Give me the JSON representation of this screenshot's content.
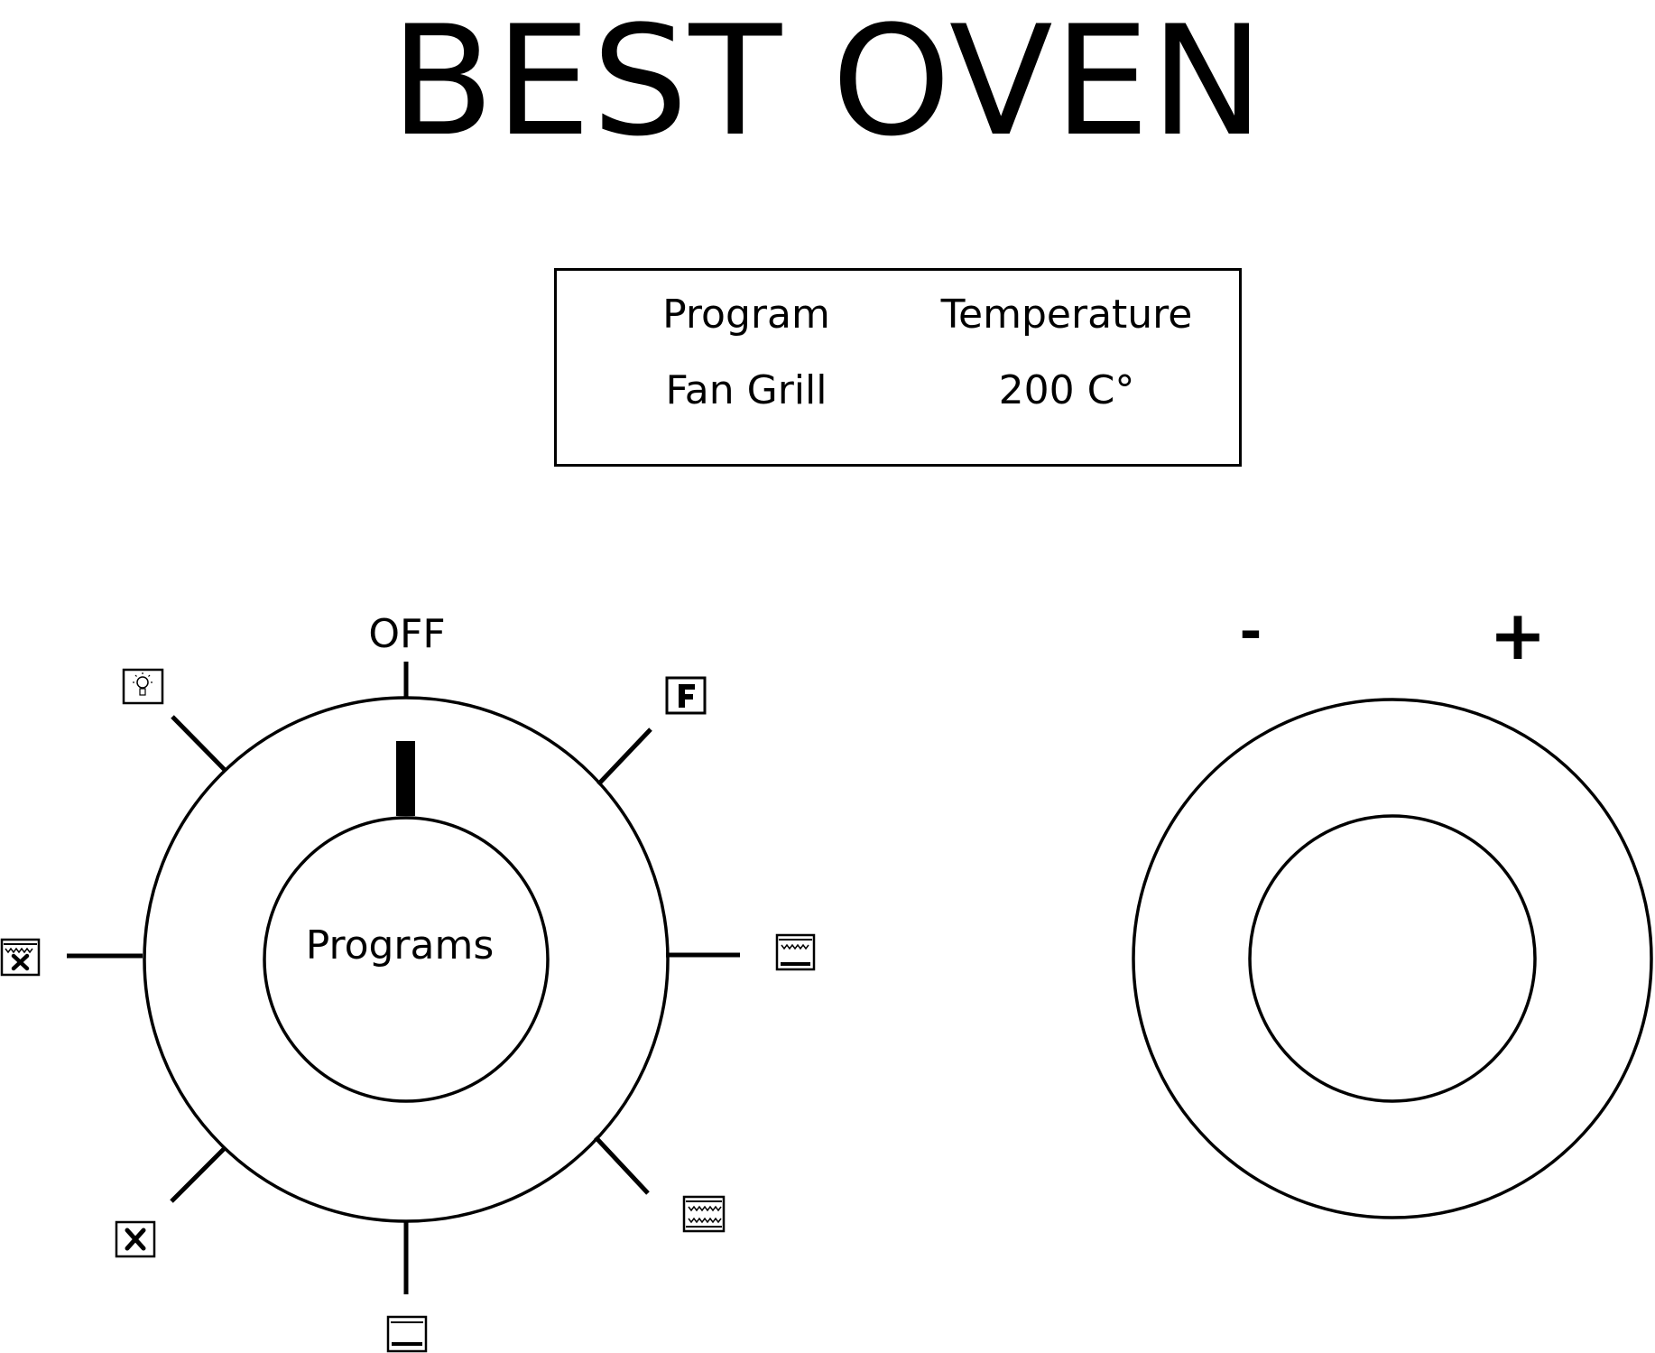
{
  "title": "BEST OVEN",
  "display": {
    "program_label": "Program",
    "temperature_label": "Temperature",
    "program_value": "Fan Grill",
    "temperature_value": "200 C°"
  },
  "program_knob": {
    "center_label": "Programs",
    "off_label": "OFF",
    "positions": [
      {
        "name": "off",
        "icon": "off-label"
      },
      {
        "name": "fan",
        "icon": "fan-letter-f-icon"
      },
      {
        "name": "top-bottom-heat",
        "icon": "top-bottom-heat-icon"
      },
      {
        "name": "double-grill",
        "icon": "double-grill-icon"
      },
      {
        "name": "bottom-heat",
        "icon": "bottom-heat-icon"
      },
      {
        "name": "defrost",
        "icon": "defrost-icon"
      },
      {
        "name": "fan-grill",
        "icon": "fan-grill-icon"
      },
      {
        "name": "light",
        "icon": "lightbulb-icon"
      }
    ],
    "selected": "off"
  },
  "temperature_knob": {
    "minus_label": "-",
    "plus_label": "+"
  }
}
